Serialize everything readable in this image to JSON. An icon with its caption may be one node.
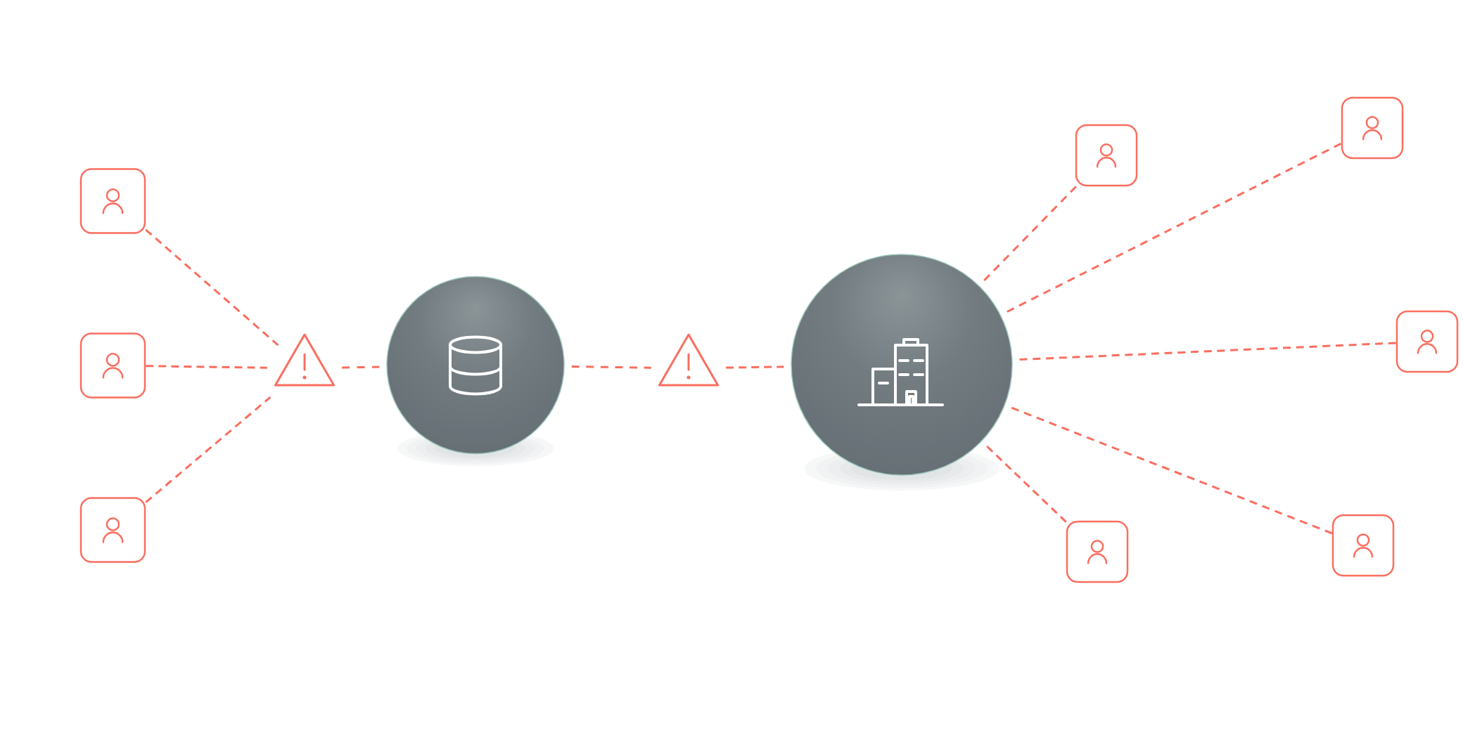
{
  "diagram": {
    "nodes": [
      {
        "text": [],
        "shape": "box"
      },
      {
        "text": [],
        "shape": "box"
      },
      {
        "text": [],
        "shape": "box"
      },
      {
        "text": [],
        "shape": "triangle"
      },
      {
        "text": [],
        "shape": "circle"
      },
      {
        "text": [],
        "shape": "triangle"
      },
      {
        "text": [],
        "shape": "circle"
      },
      {
        "text": [],
        "shape": "box"
      },
      {
        "text": [],
        "shape": "box"
      },
      {
        "text": [],
        "shape": "box"
      },
      {
        "text": [],
        "shape": "box"
      },
      {
        "text": [],
        "shape": "box"
      }
    ],
    "edges": [
      {
        "from": 0,
        "to": 3,
        "arrow": "none",
        "style": "dashed"
      },
      {
        "from": 1,
        "to": 3,
        "arrow": "none",
        "style": "dashed"
      },
      {
        "from": 2,
        "to": 3,
        "arrow": "none",
        "style": "dashed"
      },
      {
        "from": 3,
        "to": 4,
        "arrow": "none",
        "style": "dashed"
      },
      {
        "from": 4,
        "to": 5,
        "arrow": "none",
        "style": "dashed"
      },
      {
        "from": 5,
        "to": 6,
        "arrow": "none",
        "style": "dashed"
      },
      {
        "from": 6,
        "to": 7,
        "arrow": "none",
        "style": "dashed"
      },
      {
        "from": 6,
        "to": 8,
        "arrow": "none",
        "style": "dashed"
      },
      {
        "from": 6,
        "to": 9,
        "arrow": "none",
        "style": "dashed"
      },
      {
        "from": 6,
        "to": 10,
        "arrow": "none",
        "style": "dashed"
      },
      {
        "from": 6,
        "to": 11,
        "arrow": "none",
        "style": "dashed"
      }
    ]
  }
}
